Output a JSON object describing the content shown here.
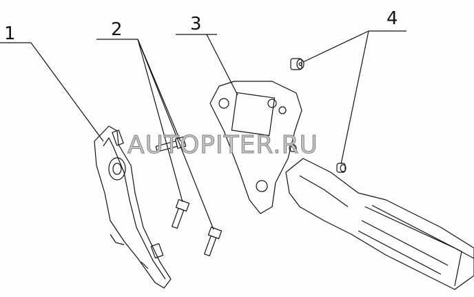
{
  "diagram": {
    "callouts": [
      {
        "label": "1",
        "part": "pedal-bracket"
      },
      {
        "label": "2",
        "part": "bolts"
      },
      {
        "label": "3",
        "part": "accelerator-pedal-assembly"
      },
      {
        "label": "4",
        "part": "nuts"
      }
    ],
    "watermark": "AUTOPITER.RU",
    "colors": {
      "line": "#111111",
      "background": "#fdfdfd",
      "watermark": "#8a8a8a"
    }
  }
}
